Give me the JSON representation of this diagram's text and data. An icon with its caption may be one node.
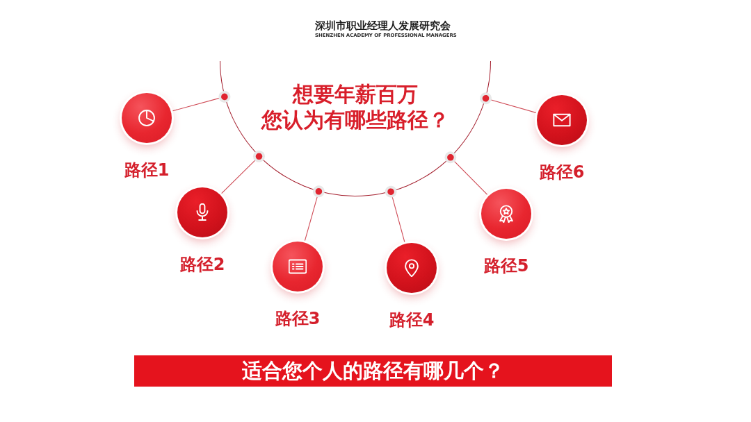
{
  "diagram": {
    "nodes": [
      {
        "text": [
          "想要年薪百万",
          "您认为有哪些路径？"
        ]
      },
      {
        "text": [],
        "shape": "circle",
        "beside": [
          "路径1"
        ]
      },
      {
        "text": [],
        "shape": "circle",
        "beside": [
          "路径2"
        ]
      },
      {
        "text": [],
        "shape": "circle",
        "beside": [
          "路径3"
        ]
      },
      {
        "text": [],
        "shape": "circle",
        "beside": [
          "路径4"
        ]
      },
      {
        "text": [],
        "shape": "circle",
        "beside": [
          "路径5"
        ]
      },
      {
        "text": [],
        "shape": "circle",
        "beside": [
          "路径6"
        ]
      },
      {
        "text": [
          "适合您个人的路径有哪几个？"
        ]
      }
    ],
    "edges": [
      {
        "from": 0,
        "to": 1,
        "arrow": "other"
      },
      {
        "from": 0,
        "to": 2,
        "arrow": "other"
      },
      {
        "from": 0,
        "to": 3,
        "arrow": "other"
      },
      {
        "from": 0,
        "to": 4,
        "arrow": "other"
      },
      {
        "from": 0,
        "to": 5,
        "arrow": "other"
      },
      {
        "from": 0,
        "to": 6,
        "arrow": "other"
      }
    ],
    "labels": [
      "深圳市职业经理人发展研究会",
      "SHENZHEN ACADEMY OF PROFESSIONAL MANAGERS"
    ]
  }
}
